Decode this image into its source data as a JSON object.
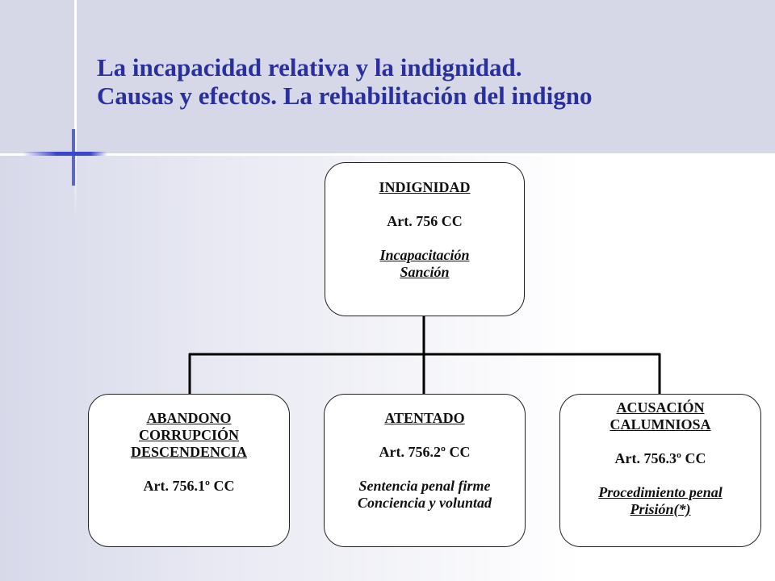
{
  "slide": {
    "title_line1": "La incapacidad relativa y la indignidad.",
    "title_line2": "Causas y efectos. La rehabilitación del indigno"
  },
  "diagram": {
    "root": {
      "heading": "INDIGNIDAD",
      "article": "Art. 756 CC",
      "line1": "Incapacitación",
      "line2": "Sanción"
    },
    "abandono": {
      "line1": "ABANDONO",
      "line2": "CORRUPCIÓN",
      "line3": "DESCENDENCIA",
      "article": "Art. 756.1º CC"
    },
    "atentado": {
      "heading": "ATENTADO",
      "article": "Art. 756.2º CC",
      "line1": "Sentencia penal firme",
      "line2": "Conciencia y voluntad"
    },
    "acusacion": {
      "line1": "ACUSACIÓN",
      "line2": "CALUMNIOSA",
      "article": "Art. 756.3º CC",
      "line3": "Procedimiento penal",
      "line4": "Prisión(*)"
    }
  }
}
